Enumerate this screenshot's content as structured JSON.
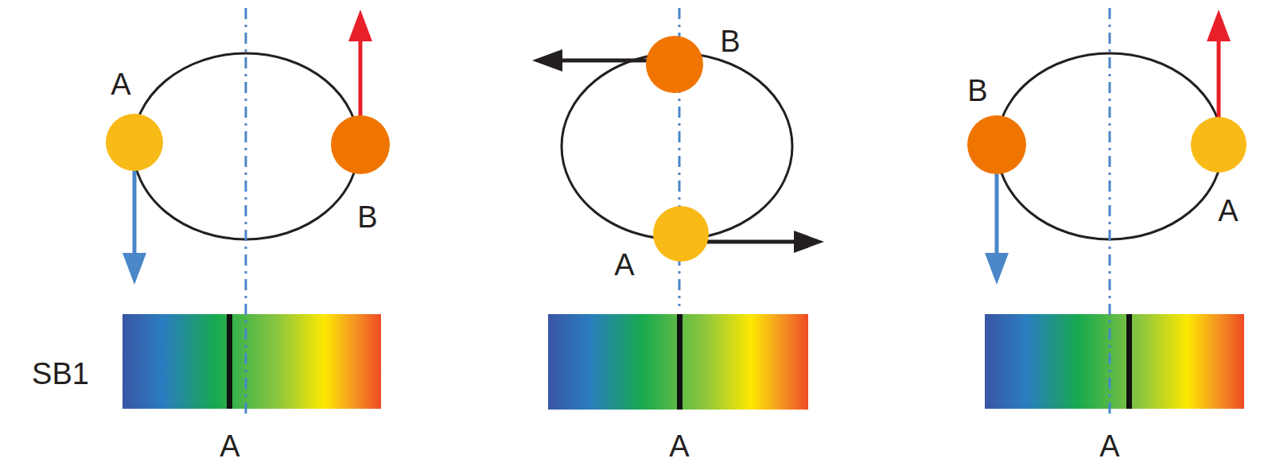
{
  "diagram": {
    "labels": [
      "A",
      "B",
      "SB1",
      "A",
      "B",
      "A",
      "A",
      "B",
      "A",
      "A"
    ]
  }
}
